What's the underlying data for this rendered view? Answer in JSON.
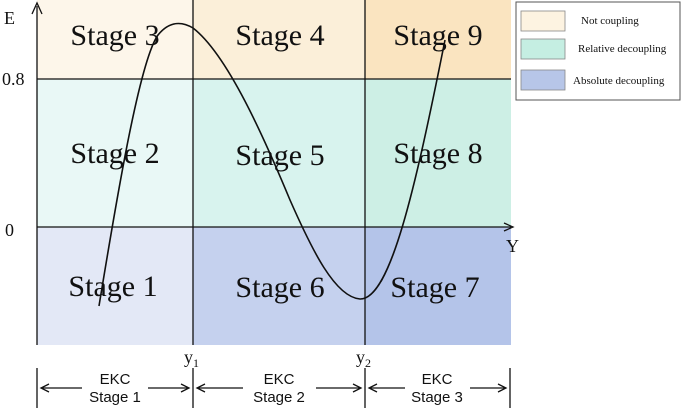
{
  "axes": {
    "y_label": "E",
    "x_label": "Y",
    "y_ticks": [
      "0.8",
      "0"
    ],
    "x_tick_1": {
      "base": "y",
      "sub": "1"
    },
    "x_tick_2": {
      "base": "y",
      "sub": "2"
    }
  },
  "stages": {
    "s1": "Stage 1",
    "s2": "Stage 2",
    "s3": "Stage 3",
    "s4": "Stage 4",
    "s5": "Stage 5",
    "s6": "Stage 6",
    "s7": "Stage 7",
    "s8": "Stage 8",
    "s9": "Stage 9"
  },
  "legend": [
    {
      "label": "Not coupling",
      "color": "#fdf3e1"
    },
    {
      "label": "Relative decoupling",
      "color": "#c5eee2"
    },
    {
      "label": "Absolute decoupling",
      "color": "#b7c6e8"
    }
  ],
  "ekc": [
    {
      "line1": "EKC",
      "line2": "Stage 1"
    },
    {
      "line1": "EKC",
      "line2": "Stage 2"
    },
    {
      "line1": "EKC",
      "line2": "Stage 3"
    }
  ],
  "colors": {
    "c1": "#fdf6ea",
    "c2": "#e9f8f6",
    "c3": "#e3e8f6",
    "c4": "#fbefd9",
    "c5": "#d8f3ee",
    "c6": "#c5d1ee",
    "c7": "#fae4c0",
    "c8": "#cdefe5",
    "c9": "#b4c4e9"
  }
}
